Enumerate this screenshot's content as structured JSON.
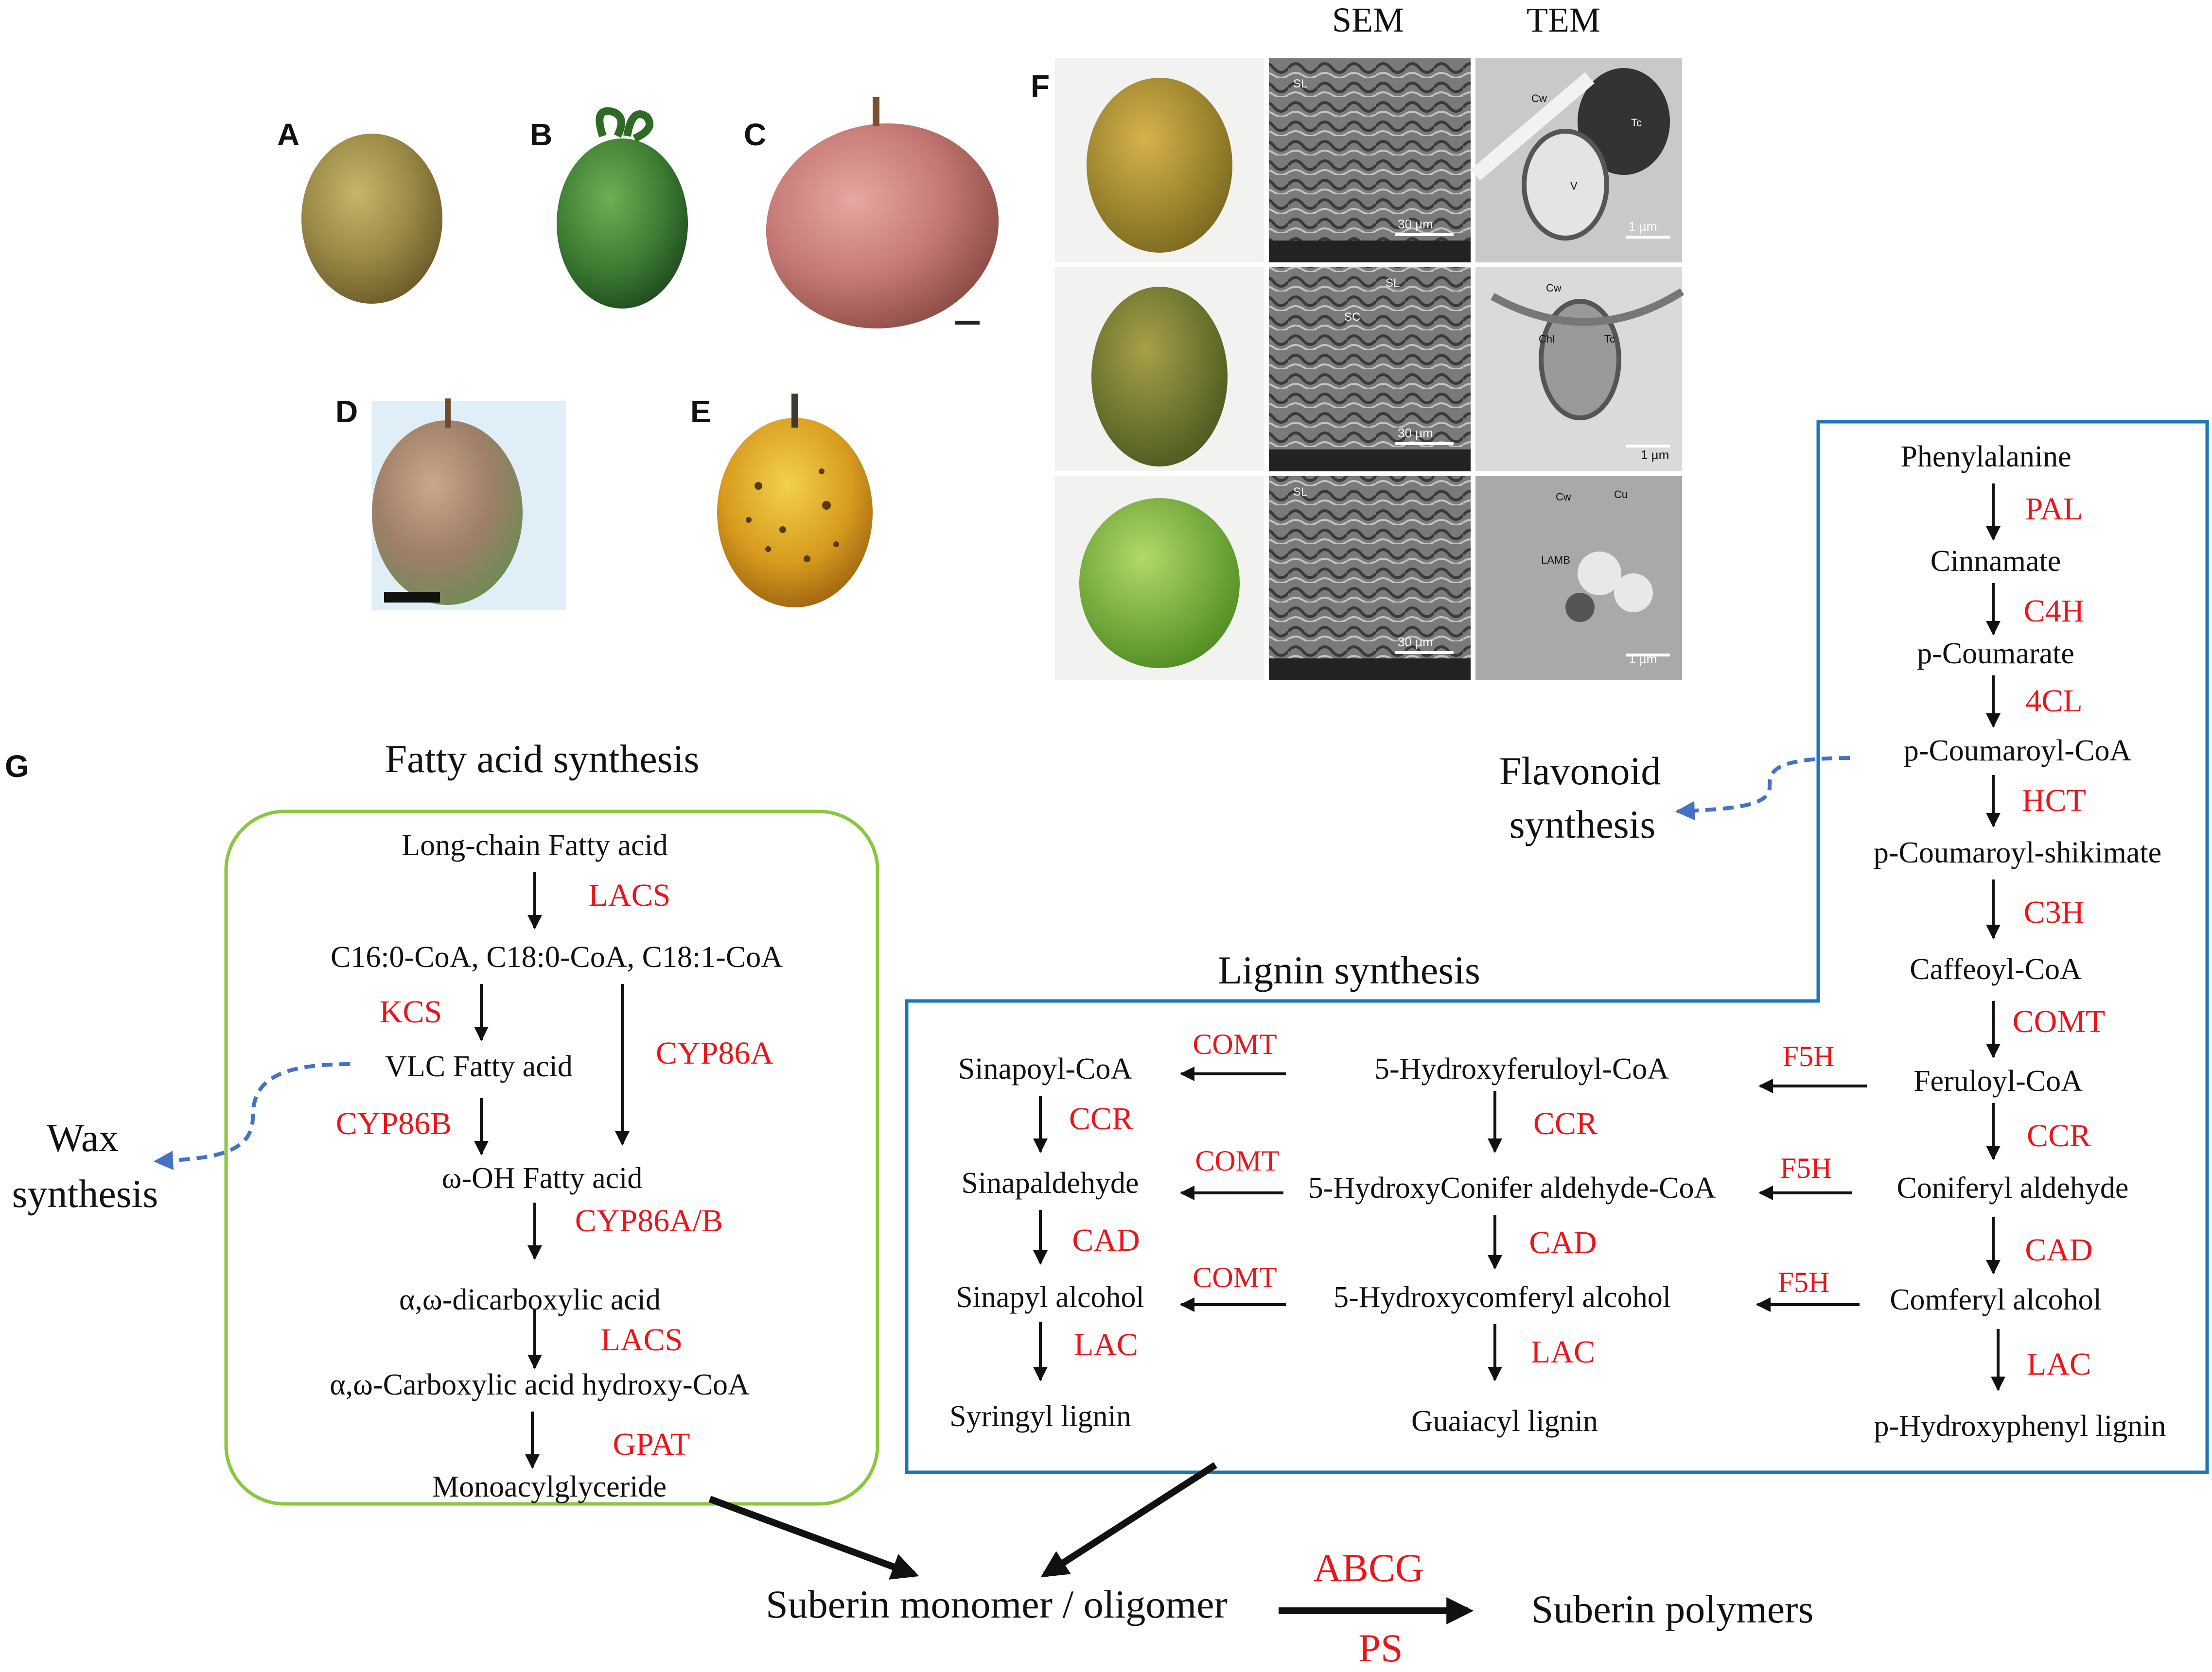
{
  "panel_labels": {
    "a": "A",
    "b": "B",
    "c": "C",
    "d": "D",
    "e": "E",
    "f": "F",
    "g": "G"
  },
  "micro": {
    "sem_header": "SEM",
    "tem_header": "TEM",
    "sem1_sl": "SL",
    "sem1_scale": "30 µm",
    "sem2_sl": "SL",
    "sem2_sc": "SC",
    "sem2_scale": "30 µm",
    "sem3_sl": "SL",
    "sem3_scale": "30 µm",
    "tem1_cw": "Cw",
    "tem1_tc": "Tc",
    "tem1_v": "V",
    "tem1_scale": "1 µm",
    "tem2_cw": "Cw",
    "tem2_chl": "Chl",
    "tem2_tc": "Tc",
    "tem2_scale": "1 µm",
    "tem3_cw": "Cw",
    "tem3_cu": "Cu",
    "tem3_lamb": "LAMB",
    "tem3_scale": "1 µm"
  },
  "colors": {
    "enzyme": "#e8161b",
    "fatty_box": "#8cc63f",
    "lignin_box": "#1b75bb",
    "side_arrow": "#4472c4"
  },
  "fatty": {
    "title": "Fatty acid synthesis",
    "lcfa": "Long-chain Fatty acid",
    "lacs1": "LACS",
    "coa": "C16:0-CoA, C18:0-CoA, C18:1-CoA",
    "kcs": "KCS",
    "vlc": "VLC Fatty acid",
    "cyp86a": "CYP86A",
    "cyp86b": "CYP86B",
    "omega": "ω-OH Fatty acid",
    "cyp86ab": "CYP86A/B",
    "dicarb": "α,ω-dicarboxylic acid",
    "lacs2": "LACS",
    "carbcoa": "α,ω-Carboxylic acid hydroxy-CoA",
    "gpat": "GPAT",
    "mono": "Monoacylglyceride"
  },
  "wax": {
    "line1": "Wax",
    "line2": "synthesis"
  },
  "flavonoid": {
    "line1": "Flavonoid",
    "line2": "synthesis"
  },
  "lignin": {
    "title": "Lignin synthesis",
    "phe": "Phenylalanine",
    "pal": "PAL",
    "cin": "Cinnamate",
    "c4h": "C4H",
    "pcou": "p-Coumarate",
    "fourcl": "4CL",
    "pcoacoa": "p-Coumaroyl-CoA",
    "hct": "HCT",
    "pshik": "p-Coumaroyl-shikimate",
    "c3h": "C3H",
    "caff": "Caffeoyl-CoA",
    "comt_main": "COMT",
    "fer": "Feruloyl-CoA",
    "ccr_r": "CCR",
    "conald": "Coniferyl aldehyde",
    "cad_r": "CAD",
    "comalc": "Comferyl alcohol",
    "lac_r": "LAC",
    "phl": "p-Hydroxyphenyl lignin",
    "f5h1": "F5H",
    "f5h2": "F5H",
    "f5h3": "F5H",
    "hfer": "5-Hydroxyferuloyl-CoA",
    "ccr_m": "CCR",
    "hcon": "5-HydroxyConifer aldehyde-CoA",
    "cad_m": "CAD",
    "hcom": "5-Hydroxycomferyl alcohol",
    "lac_m": "LAC",
    "guaiacyl": "Guaiacyl lignin",
    "comt1": "COMT",
    "comt2": "COMT",
    "comt3": "COMT",
    "sinCoa": "Sinapoyl-CoA",
    "ccr_l": "CCR",
    "sinald": "Sinapaldehyde",
    "cad_l": "CAD",
    "sinalc": "Sinapyl alcohol",
    "lac_l": "LAC",
    "syringyl": "Syringyl lignin"
  },
  "suberin": {
    "mono": "Suberin monomer / oligomer",
    "abcg": "ABCG",
    "ps": "PS",
    "poly": "Suberin polymers"
  }
}
